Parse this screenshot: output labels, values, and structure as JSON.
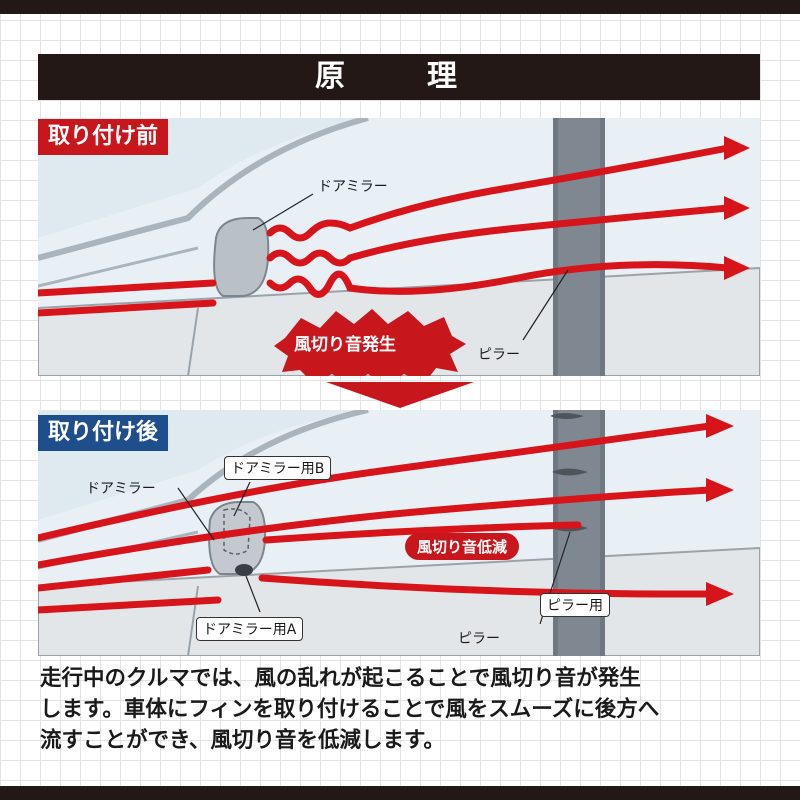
{
  "title": "原　理",
  "before": {
    "label": "取り付け前",
    "mirror_label": "ドアミラー",
    "pillar_label": "ピラー",
    "burst_label": "風切り音発生"
  },
  "after": {
    "label": "取り付け後",
    "mirror_label": "ドアミラー",
    "fin_b_label": "ドアミラー用B",
    "fin_a_label": "ドアミラー用A",
    "pillar_label": "ピラー",
    "pillar_fin_label": "ピラー用",
    "reduce_label": "風切り音低減"
  },
  "description": [
    "走行中のクルマでは、風の乱れが起こることで風切り音が発生",
    "します。車体にフィンを取り付けることで風をスムーズに後方へ",
    "流すことができ、風切り音を低減します。"
  ],
  "colors": {
    "accent_red": "#c8161d",
    "accent_blue": "#1f4e8c",
    "dark": "#231815",
    "glass": "#d6e3ec"
  }
}
